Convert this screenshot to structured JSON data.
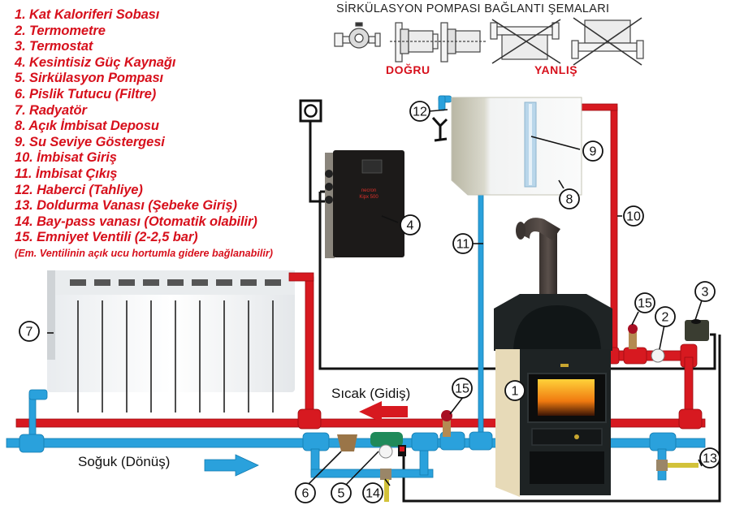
{
  "legend": {
    "items": [
      "1. Kat Kaloriferi Sobası",
      "2. Termometre",
      "3. Termostat",
      "4. Kesintisiz Güç Kaynağı",
      "5. Sirkülasyon Pompası",
      "6. Pislik Tutucu (Filtre)",
      "7. Radyatör",
      "8. Açık İmbisat Deposu",
      "9. Su Seviye Göstergesi",
      "10. İmbisat Giriş",
      "11. İmbisat Çıkış",
      "12. Haberci (Tahliye)",
      "13. Doldurma Vanası (Şebeke Giriş)",
      "14. Bay-pass vanası (Otomatik olabilir)",
      "15. Emniyet Ventili (2-2,5 bar)"
    ],
    "note": "(Em. Ventilinin açık ucu hortumla gidere bağlanabilir)"
  },
  "pump_schema": {
    "title": "SİRKÜLASYON POMPASI BAĞLANTI ŞEMALARI",
    "correct_label": "DOĞRU",
    "wrong_label": "YANLIŞ"
  },
  "flow_labels": {
    "hot": "Sıcak (Gidiş)",
    "cold": "Soğuk (Dönüş)"
  },
  "ups_brand": [
    "necron",
    "Kipx 500"
  ],
  "callouts": {
    "stove": "1",
    "thermometer": "2",
    "thermostat": "3",
    "ups": "4",
    "pump": "5",
    "filter": "6",
    "radiator": "7",
    "expansion_tank": "8",
    "level_gauge": "9",
    "tank_inlet": "10",
    "tank_outlet": "11",
    "overflow": "12",
    "fill_valve": "13",
    "bypass_valve": "14",
    "safety_valve_top": "15",
    "safety_valve_bottom": "15"
  },
  "colors": {
    "hot_pipe": "#d71920",
    "cold_pipe": "#2aa1dc",
    "wire": "#111111",
    "legend_text": "#d7101c"
  }
}
